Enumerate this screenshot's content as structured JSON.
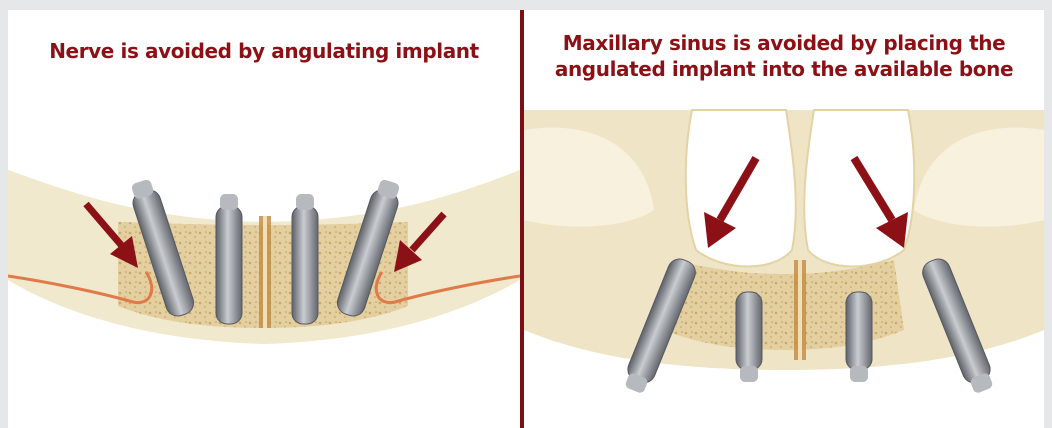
{
  "panels": [
    {
      "caption_lines": [
        "Nerve is avoided by  angulating implant"
      ]
    },
    {
      "caption_lines": [
        "Maxillary sinus is avoided by placing the",
        "angulated implant into the available bone"
      ]
    }
  ],
  "colors": {
    "caption_text": "#8c1116",
    "arrow": "#8c1116",
    "divider": "#7a1016",
    "bone_outer": "#efe6c8",
    "bone_inner": "#e0c89a",
    "nerve": "#e07a4a",
    "implant": "#8a8f96"
  }
}
